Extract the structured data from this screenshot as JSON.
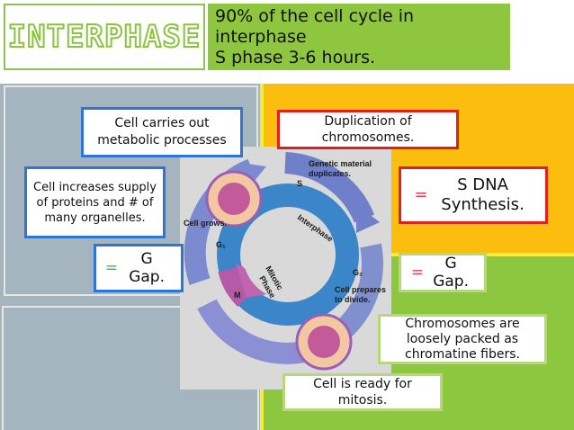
{
  "slide": {
    "title": "INTERPHASE",
    "info_lines": [
      "90% of the cell cycle in",
      "interphase",
      "S phase 3-6 hours."
    ]
  },
  "callouts": {
    "metabolic": "Cell carries out metabolic processes",
    "proteins": "Cell increases supply of proteins and # of many organelles.",
    "g1_eq": "=",
    "g1_label": "G Gap.",
    "duplication": "Duplication of chromosomes.",
    "s_eq": "=",
    "s_label": "S DNA Synthesis.",
    "g2_eq": "=",
    "g2_label": "G Gap.",
    "chromosomes": "Chromosomes are loosely packed as chromatine fibers.",
    "ready": "Cell is ready for mitosis."
  },
  "diagram": {
    "genetic": "Genetic material",
    "duplicates": "duplicates.",
    "s": "S",
    "grows": "Cell grows.",
    "g1": "G₁",
    "interphase": "Interphase",
    "mitotic": "Mitotic",
    "phase": "Phase",
    "m": "M",
    "g2": "G₂",
    "prepares": "Cell prepares",
    "divide": "to divide."
  },
  "colors": {
    "green": "#8ec63f",
    "gray": "#a5b5bf",
    "orange": "#fbbd0e",
    "yellow_line": "#f4ee3a",
    "blue_border": "#2e75d6",
    "red_border": "#e02020"
  }
}
